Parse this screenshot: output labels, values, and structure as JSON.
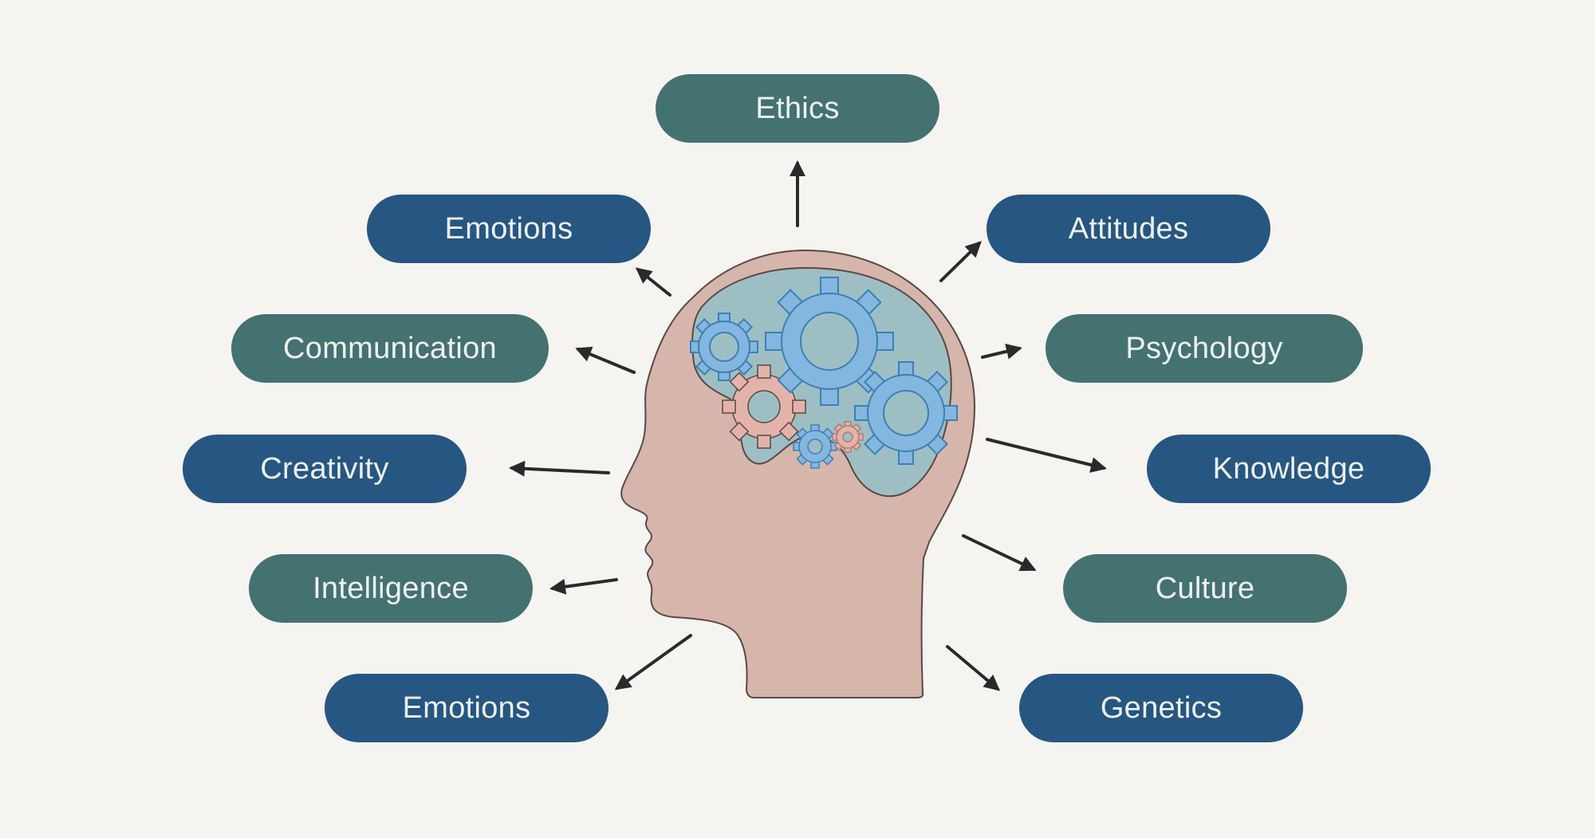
{
  "diagram": {
    "colors": {
      "background": "#f5f4f1",
      "teal_pill": "#447270",
      "blue_pill": "#265682",
      "pill_text": "#eef2f3",
      "head_fill": "#d6b6ab",
      "head_stroke": "#5a4844",
      "brain_fill": "#9dbfc4",
      "gear_blue": "#84b7df",
      "gear_dark_outline": "#3d7fb5",
      "gear_pink": "#e3b3aa",
      "arrow": "#2a2a2a"
    },
    "icon": "head-with-gears-icon",
    "topics": {
      "ethics": "Ethics",
      "emotions_top": "Emotions",
      "attitudes": "Attitudes",
      "communication": "Communication",
      "psychology": "Psychology",
      "creativity": "Creativity",
      "knowledge": "Knowledge",
      "intelligence": "Intelligence",
      "culture": "Culture",
      "emotions_bottom": "Emotions",
      "genetics": "Genetics"
    }
  }
}
